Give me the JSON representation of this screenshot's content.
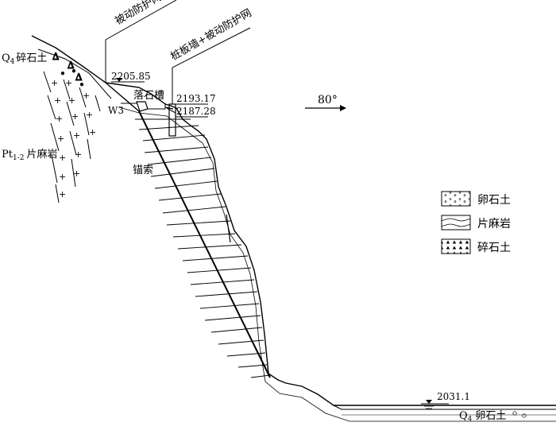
{
  "labels": {
    "passive_net": "被动防护网",
    "pile_wall_net": "桩板墙+被动防护网",
    "rockfall_trench": "落石槽",
    "anchor_cable": "锚索",
    "w3": "W3",
    "direction": "80°",
    "q4_gravel_top": "碎石土",
    "q4_gravel_top_letter": "Q",
    "q4_gravel_top_sub": "4",
    "gneiss_left_prefix": "Pt",
    "gneiss_left_sub": "1-2",
    "gneiss_left_text": "片麻岩",
    "q4_pebble_bottom_letter": "Q",
    "q4_pebble_bottom_sub": "4",
    "q4_pebble_bottom_text": "卵石土"
  },
  "elevations": {
    "e1": "2205.85",
    "e2": "2193.17",
    "e3": "2187.28",
    "water": "2031.1"
  },
  "legend": {
    "items": [
      {
        "label": "卵石土",
        "pattern": "pebble"
      },
      {
        "label": "片麻岩",
        "pattern": "gneiss"
      },
      {
        "label": "碎石土",
        "pattern": "gravel"
      }
    ]
  }
}
